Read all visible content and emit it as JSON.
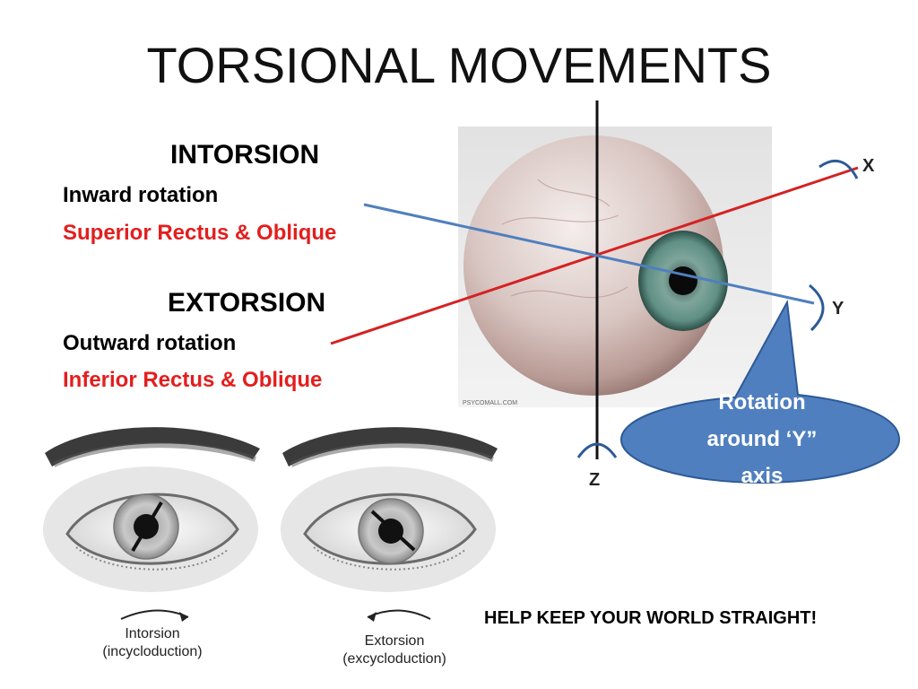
{
  "title": "TORSIONAL MOVEMENTS",
  "intorsion": {
    "heading": "INTORSION",
    "description": "Inward rotation",
    "muscles": "Superior Rectus & Oblique"
  },
  "extorsion": {
    "heading": "EXTORSION",
    "description": "Outward rotation",
    "muscles": "Inferior Rectus & Oblique"
  },
  "axes": {
    "x_label": "X",
    "y_label": "Y",
    "z_label": "Z"
  },
  "callout": {
    "line1": "Rotation",
    "line2": "around ‘Y”",
    "line3": "axis"
  },
  "tagline": "HELP KEEP YOUR WORLD STRAIGHT!",
  "eye_left_caption": {
    "line1": "Intorsion",
    "line2": "(incycloduction)"
  },
  "eye_right_caption": {
    "line1": "Extorsion",
    "line2": "(excycloduction)"
  },
  "watermark": "PSYCOMALL.COM",
  "colors": {
    "muscle_text": "#e31e1e",
    "x_axis": "#d42323",
    "y_axis": "#4f7fbf",
    "z_axis": "#111111",
    "callout_fill": "#4f7fbf",
    "callout_stroke": "#2d5a96",
    "iris": "#5f8f84"
  }
}
